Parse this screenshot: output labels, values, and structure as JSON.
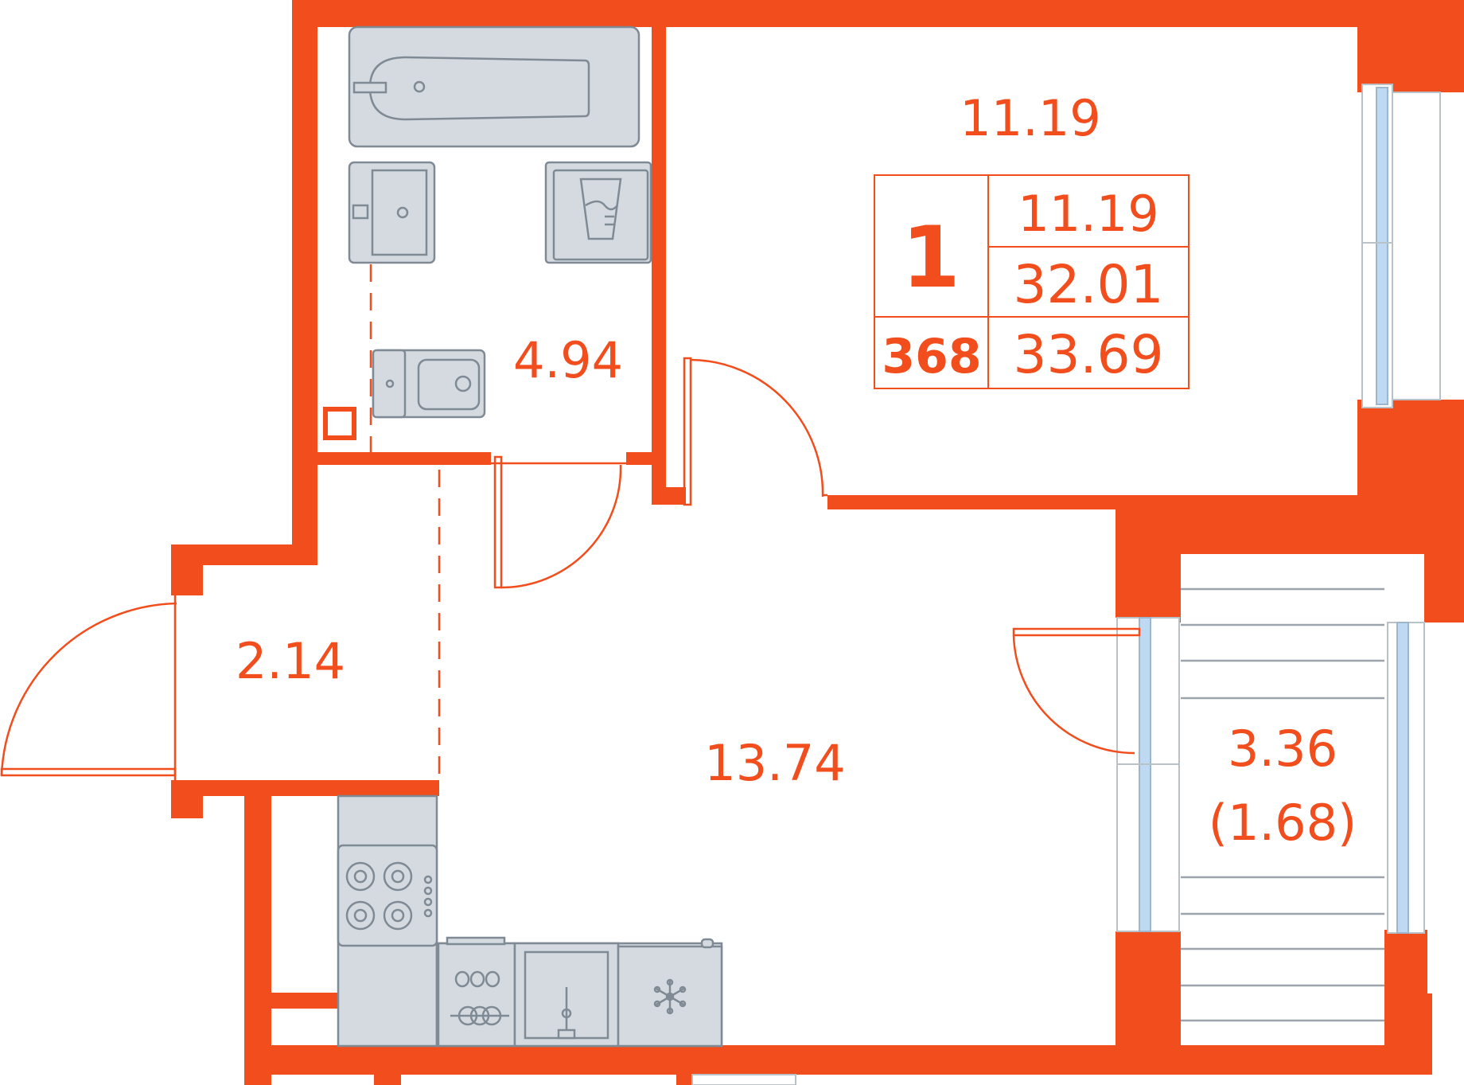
{
  "colors": {
    "wall": "#F24D1C",
    "fixture_fill": "#D4DAE0",
    "fixture_line": "#7F8A95",
    "window_glass": "#BFD9F2"
  },
  "rooms": {
    "room_top_right": "11.19",
    "bathroom": "4.94",
    "hallway": "2.14",
    "kitchen_living": "13.74",
    "balcony_area": "3.36",
    "balcony_reduced": "(1.68)"
  },
  "info_table": {
    "rooms_count": "1",
    "apartment_number": "368",
    "living_area": "11.19",
    "total_area": "32.01",
    "total_area_with_balcony": "33.69"
  },
  "icons": [
    "bathtub-icon",
    "sink-icon",
    "washing-machine-icon",
    "toilet-icon",
    "cooktop-icon",
    "dishwasher-icon",
    "kitchen-sink-icon",
    "fridge-icon"
  ]
}
